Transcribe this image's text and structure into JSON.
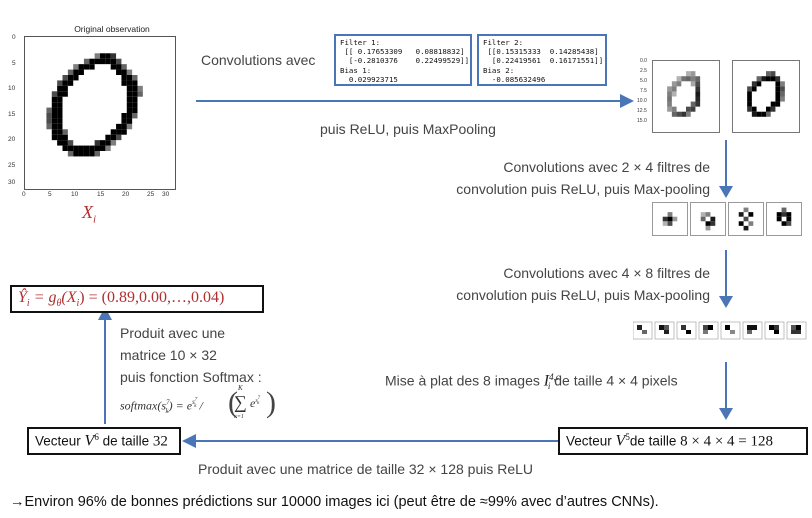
{
  "observation": {
    "title": "Original observation",
    "ytick_labels": [
      "0",
      "5",
      "10",
      "15",
      "20",
      "25",
      "30"
    ],
    "xtick_labels": [
      "0",
      "5",
      "10",
      "15",
      "20",
      "25",
      "30"
    ],
    "caption_var": "X",
    "caption_sub": "i"
  },
  "step1": {
    "label": "Convolutions avec",
    "sublabel": "puis ReLU, puis MaxPooling",
    "filter1": "Filter 1:\n [[ 0.17653309   0.08818832]\n  [-0.2810376    0.22499529]]\nBias 1:\n  0.029923715",
    "filter2": "Filter 2:\n [[0.15315333  0.14285438]\n  [0.22419561  0.16171551]]\nBias 2:\n  -0.085632496",
    "ytick_labels": [
      "0.0",
      "2.5",
      "5.0",
      "7.5",
      "10.0",
      "12.5",
      "15.0"
    ]
  },
  "step2": {
    "line1": "Convolutions avec 2 × 4 filtres de",
    "line2": "convolution puis ReLU, puis Max-pooling"
  },
  "step3": {
    "line1": "Convolutions avec 4 × 8 filtres de",
    "line2": "convolution puis ReLU, puis Max-pooling"
  },
  "flatten": {
    "prefix": "Mise à plat des 8 images",
    "symbol": "I",
    "sup": "4,c",
    "sub": "i",
    "suffix": "de taille 4 × 4 pixels"
  },
  "v5": {
    "prefix": "Vecteur",
    "symbol": "V",
    "sup": "5",
    "suffix": "de taille",
    "expr": "8 × 4 × 4 = 128"
  },
  "dense1": {
    "label": "Produit avec une matrice de taille 32 × 128 puis ReLU"
  },
  "v6": {
    "prefix": "Vecteur",
    "symbol": "V",
    "sup": "6",
    "suffix": "de taille",
    "expr": "32"
  },
  "softmax": {
    "line1": "Produit avec une",
    "line2": "matrice 10 × 32",
    "line3": "puis fonction Softmax :",
    "formula_name": "softmax",
    "formula_arg": "(s",
    "formula_arg_sup": "7",
    "formula_arg_sub": "k",
    "formula_arg_close": ")",
    "formula_eq": " = e",
    "formula_exp": "s",
    "formula_exp_sup": "7",
    "formula_exp_sub": "k",
    "formula_div": " /",
    "sum_upper": "K",
    "sum_lower": "κ=1",
    "sum_sym": "∑",
    "sum_term": "e",
    "sum_term_exp": "s",
    "sum_term_exp_sup": "7",
    "sum_term_exp_sub": "κ"
  },
  "output": {
    "lhs": "Ŷ",
    "lhs_sub": "i",
    "eq": " = g",
    "theta": "θ",
    "arg": "(X",
    "arg_sub": "i",
    "rhs": ") = (0.89,0.00,…,0.04)"
  },
  "footer": {
    "arrow": "→",
    "text": "Environ 96% de bonnes prédictions sur 10000 images ici (peut être de ≈99% avec d’autres CNNs)."
  },
  "colors": {
    "arrow": "#4a76b8",
    "formula_red": "#b03030",
    "box_border": "#111111"
  }
}
